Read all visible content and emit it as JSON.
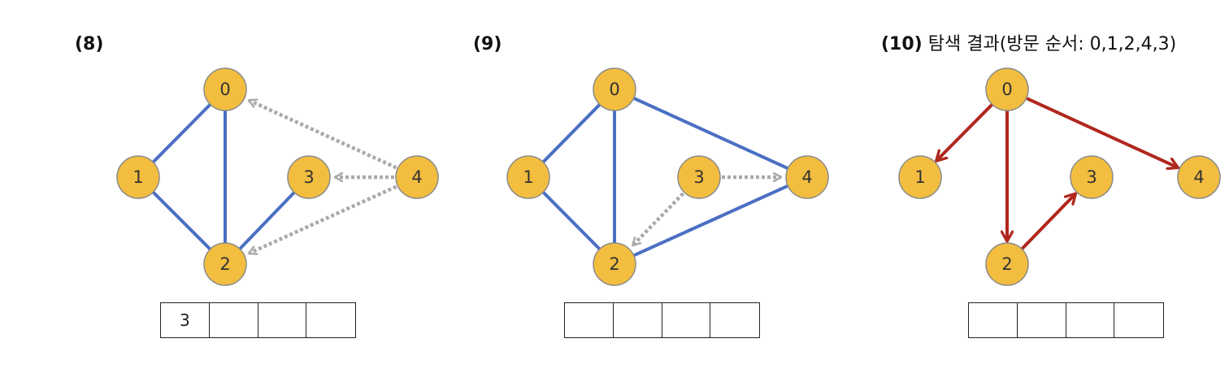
{
  "colors": {
    "node_fill": "#F3BE3F",
    "node_stroke": "#8A8A8A",
    "tree_edge": "#4A6FC4",
    "dashed_edge": "#AAAAAA",
    "result_edge": "#B0271D"
  },
  "panels": [
    {
      "number": "(8)",
      "caption": "",
      "nodes": [
        "0",
        "1",
        "2",
        "3",
        "4"
      ],
      "edges": [
        {
          "from": "0",
          "to": "1",
          "style": "solid"
        },
        {
          "from": "0",
          "to": "2",
          "style": "solid"
        },
        {
          "from": "1",
          "to": "2",
          "style": "solid"
        },
        {
          "from": "2",
          "to": "3",
          "style": "solid"
        },
        {
          "from": "4",
          "to": "0",
          "style": "dashed-arrow"
        },
        {
          "from": "4",
          "to": "3",
          "style": "dashed-arrow"
        },
        {
          "from": "4",
          "to": "2",
          "style": "dashed-arrow"
        }
      ],
      "queue": [
        "3",
        "",
        "",
        ""
      ]
    },
    {
      "number": "(9)",
      "caption": "",
      "nodes": [
        "0",
        "1",
        "2",
        "3",
        "4"
      ],
      "edges": [
        {
          "from": "0",
          "to": "1",
          "style": "solid"
        },
        {
          "from": "0",
          "to": "2",
          "style": "solid"
        },
        {
          "from": "1",
          "to": "2",
          "style": "solid"
        },
        {
          "from": "0",
          "to": "4",
          "style": "solid"
        },
        {
          "from": "2",
          "to": "4",
          "style": "solid"
        },
        {
          "from": "3",
          "to": "4",
          "style": "dashed-arrow"
        },
        {
          "from": "3",
          "to": "2",
          "style": "dashed-arrow"
        }
      ],
      "queue": [
        "",
        "",
        "",
        ""
      ]
    },
    {
      "number": "(10)",
      "caption": "탐색 결과(방문 순서: 0,1,2,4,3)",
      "nodes": [
        "0",
        "1",
        "2",
        "3",
        "4"
      ],
      "edges": [
        {
          "from": "0",
          "to": "1",
          "style": "red-arrow"
        },
        {
          "from": "0",
          "to": "2",
          "style": "red-arrow"
        },
        {
          "from": "0",
          "to": "4",
          "style": "red-arrow"
        },
        {
          "from": "2",
          "to": "3",
          "style": "red-arrow"
        }
      ],
      "queue": [
        "",
        "",
        "",
        ""
      ]
    }
  ]
}
